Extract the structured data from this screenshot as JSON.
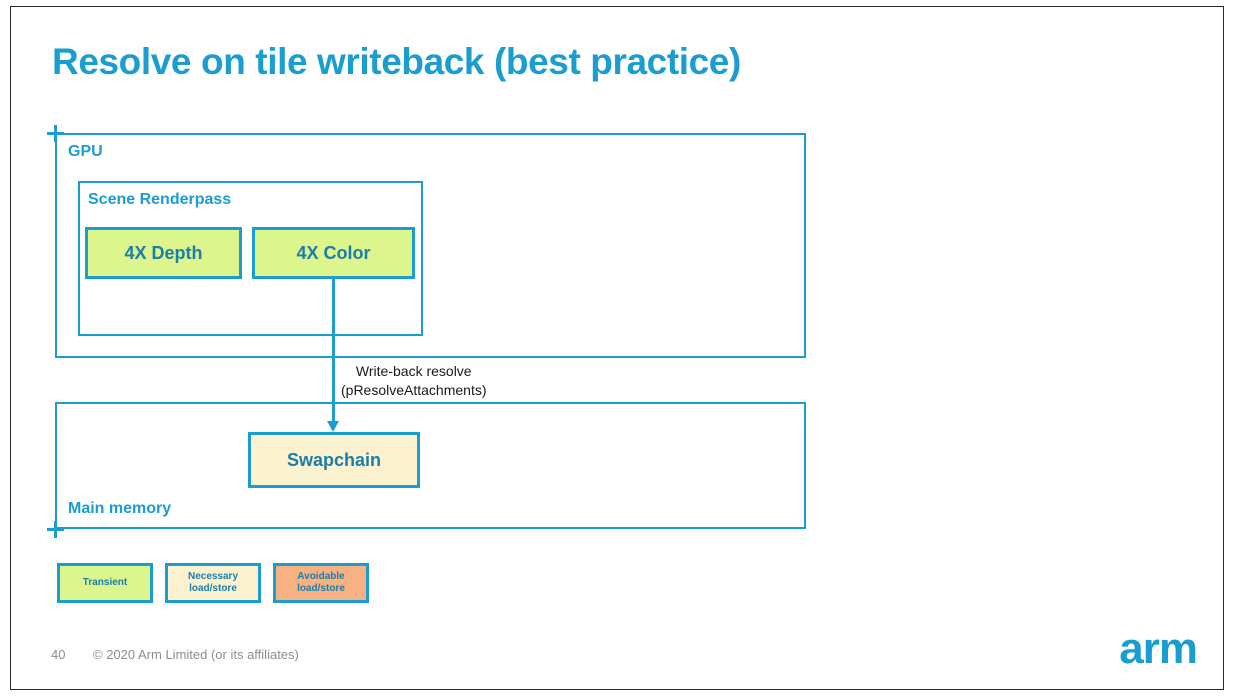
{
  "slide": {
    "title": "Resolve on tile writeback (best practice)",
    "accent_color": "#1b9dd0",
    "transient_fill": "#dcf58c",
    "necessary_fill": "#fdf2cf",
    "avoidable_fill": "#f8b183"
  },
  "gpu": {
    "label": "GPU",
    "renderpass": {
      "label": "Scene Renderpass",
      "attachments": [
        {
          "label": "4X Depth",
          "kind": "transient"
        },
        {
          "label": "4X Color",
          "kind": "transient"
        }
      ]
    }
  },
  "arrow": {
    "line1": "Write-back resolve",
    "line2": "(pResolveAttachments)"
  },
  "memory": {
    "label": "Main memory",
    "resources": [
      {
        "label": "Swapchain",
        "kind": "necessary"
      }
    ]
  },
  "legend": {
    "items": [
      {
        "line1": "Transient",
        "line2": "",
        "kind": "transient"
      },
      {
        "line1": "Necessary",
        "line2": "load/store",
        "kind": "necessary"
      },
      {
        "line1": "Avoidable",
        "line2": "load/store",
        "kind": "avoidable"
      }
    ]
  },
  "footer": {
    "page_number": "40",
    "copyright": "© 2020 Arm Limited (or its affiliates)",
    "logo": "arm"
  }
}
